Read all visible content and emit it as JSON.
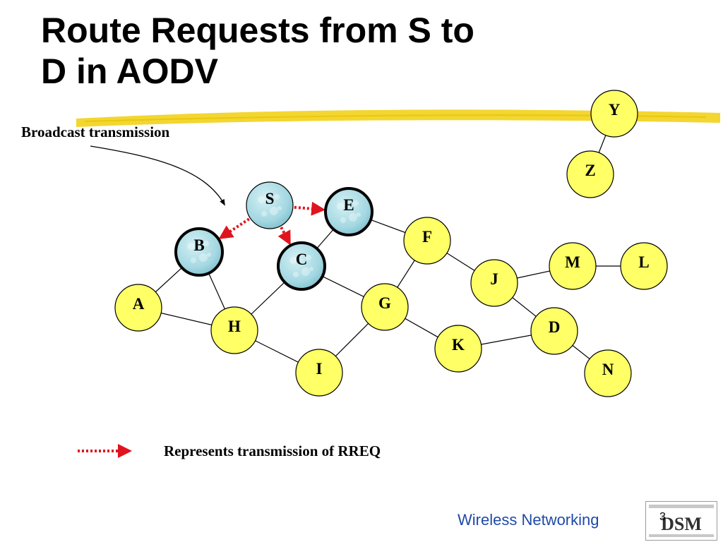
{
  "title": {
    "line1": "Route Requests from S to",
    "line2": "D in AODV"
  },
  "broadcast_label": "Broadcast transmission",
  "legend_label": "Represents transmission of RREQ",
  "footer": {
    "text": "Wireless Networking",
    "page_number": "3",
    "logo_text": "DSM"
  },
  "colors": {
    "node_fill": "#ffff66",
    "highlight_fill": "#a9dde6",
    "arrow": "#e0141e",
    "underline": "#f2d21a",
    "footer_text": "#1f4aa8"
  },
  "nodes": [
    {
      "id": "S",
      "state": "source"
    },
    {
      "id": "E",
      "state": "received"
    },
    {
      "id": "B",
      "state": "received"
    },
    {
      "id": "C",
      "state": "received"
    },
    {
      "id": "A",
      "state": "idle"
    },
    {
      "id": "H",
      "state": "idle"
    },
    {
      "id": "I",
      "state": "idle"
    },
    {
      "id": "G",
      "state": "idle"
    },
    {
      "id": "F",
      "state": "idle"
    },
    {
      "id": "J",
      "state": "idle"
    },
    {
      "id": "K",
      "state": "idle"
    },
    {
      "id": "M",
      "state": "idle"
    },
    {
      "id": "L",
      "state": "idle"
    },
    {
      "id": "D",
      "state": "idle"
    },
    {
      "id": "N",
      "state": "idle"
    },
    {
      "id": "Y",
      "state": "idle"
    },
    {
      "id": "Z",
      "state": "idle"
    }
  ],
  "links": [
    [
      "Y",
      "Z"
    ],
    [
      "E",
      "F"
    ],
    [
      "E",
      "C"
    ],
    [
      "B",
      "A"
    ],
    [
      "B",
      "H"
    ],
    [
      "A",
      "H"
    ],
    [
      "H",
      "C"
    ],
    [
      "H",
      "I"
    ],
    [
      "C",
      "G"
    ],
    [
      "G",
      "F"
    ],
    [
      "G",
      "I"
    ],
    [
      "G",
      "K"
    ],
    [
      "F",
      "J"
    ],
    [
      "J",
      "M"
    ],
    [
      "M",
      "L"
    ],
    [
      "J",
      "D"
    ],
    [
      "K",
      "D"
    ],
    [
      "D",
      "N"
    ]
  ],
  "rreq_transmissions": [
    [
      "S",
      "E"
    ],
    [
      "S",
      "B"
    ],
    [
      "S",
      "C"
    ]
  ]
}
